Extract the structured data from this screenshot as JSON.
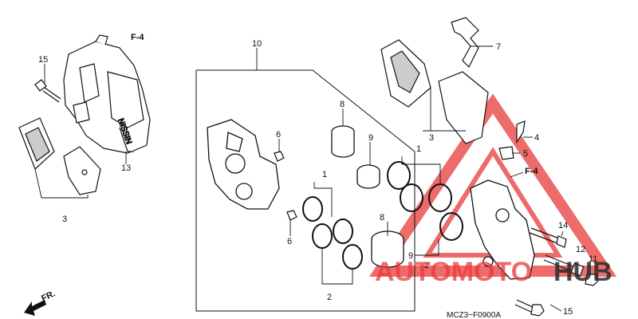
{
  "diagram": {
    "callouts": {
      "c15_top": "15",
      "cF4_top": "F-4",
      "c13": "13",
      "c3_left": "3",
      "c10": "10",
      "c8_top": "8",
      "c9_top": "9",
      "c6_top": "6",
      "c1_left": "1",
      "c6_bottom": "6",
      "c2": "2",
      "c8_bottom": "8",
      "c9_bottom": "9",
      "c1_right": "1",
      "c3_right": "3",
      "c7": "7",
      "c4": "4",
      "c5": "5",
      "cF4_right": "F-4",
      "c14": "14",
      "c12": "12",
      "c11": "11",
      "c15_bottom": "15",
      "c2_bottom": "2"
    },
    "front_arrow_label": "FR.",
    "diagram_code": "MCZ3−F0900A",
    "caliper_brand": "NISSIN"
  },
  "watermark": {
    "text": "AUTOMOTOHUB",
    "part1": "AUTOMOTO",
    "part2": "HUB",
    "color_red": "#e83a3a",
    "color_dark": "#2a2a2a"
  }
}
